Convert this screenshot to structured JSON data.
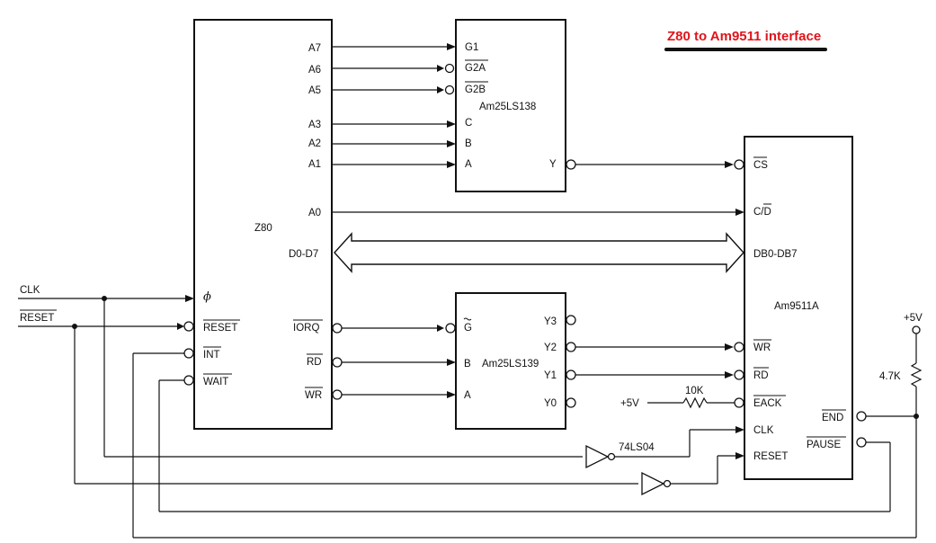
{
  "title": "Z80 to Am9511 interface",
  "chips": {
    "z80": {
      "name": "Z80",
      "pins": {
        "a7": "A7",
        "a6": "A6",
        "a5": "A5",
        "a3": "A3",
        "a2": "A2",
        "a1": "A1",
        "a0": "A0",
        "data": "D0-D7",
        "phi": "ϕ",
        "reset": "RESET",
        "int": "INT",
        "wait": "WAIT",
        "iorq": "IORQ",
        "rd": "RD",
        "wr": "WR"
      }
    },
    "dec138": {
      "name": "Am25LS138",
      "pins": {
        "g1": "G1",
        "g2a": "G2A",
        "g2b": "G2B",
        "c": "C",
        "b": "B",
        "a": "A",
        "y": "Y"
      }
    },
    "dec139": {
      "name": "Am25LS139",
      "pins": {
        "g": "G",
        "b": "B",
        "a": "A",
        "y3": "Y3",
        "y2": "Y2",
        "y1": "Y1",
        "y0": "Y0"
      }
    },
    "apu": {
      "name": "Am9511A",
      "pins": {
        "cs": "CS",
        "cd": "C/D",
        "db": "DB0-DB7",
        "wr": "WR",
        "rd": "RD",
        "eack": "EACK",
        "clk": "CLK",
        "reset": "RESET",
        "end": "END",
        "pause": "PAUSE"
      }
    }
  },
  "signals": {
    "clk": "CLK",
    "reset": "RESET"
  },
  "components": {
    "resistor_10k": "10K",
    "resistor_4k7": "4.7K",
    "vcc_eack": "+5V",
    "vcc_end": "+5V",
    "inverter": "74LS04"
  }
}
